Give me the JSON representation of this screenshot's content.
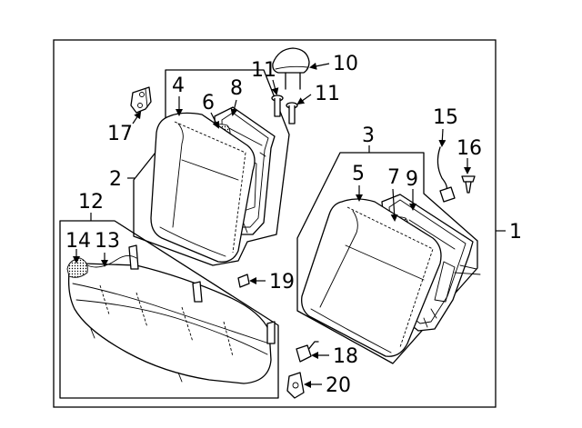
{
  "callouts": [
    {
      "id": "c1",
      "text": "1"
    },
    {
      "id": "c2",
      "text": "2"
    },
    {
      "id": "c3",
      "text": "3"
    },
    {
      "id": "c4",
      "text": "4"
    },
    {
      "id": "c5",
      "text": "5"
    },
    {
      "id": "c6",
      "text": "6"
    },
    {
      "id": "c7",
      "text": "7"
    },
    {
      "id": "c8",
      "text": "8"
    },
    {
      "id": "c9",
      "text": "9"
    },
    {
      "id": "c10",
      "text": "10"
    },
    {
      "id": "c11a",
      "text": "11"
    },
    {
      "id": "c11b",
      "text": "11"
    },
    {
      "id": "c12",
      "text": "12"
    },
    {
      "id": "c13",
      "text": "13"
    },
    {
      "id": "c14",
      "text": "14"
    },
    {
      "id": "c15",
      "text": "15"
    },
    {
      "id": "c16",
      "text": "16"
    },
    {
      "id": "c17",
      "text": "17"
    },
    {
      "id": "c18",
      "text": "18"
    },
    {
      "id": "c19",
      "text": "19"
    },
    {
      "id": "c20",
      "text": "20"
    }
  ]
}
